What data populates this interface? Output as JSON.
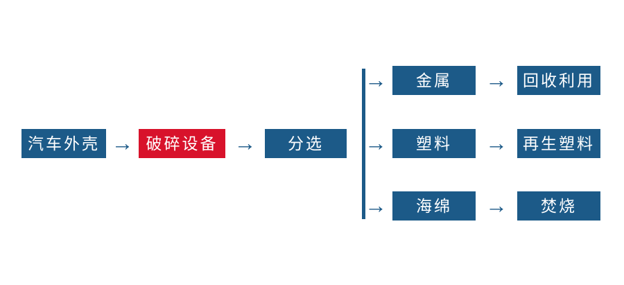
{
  "diagram": {
    "type": "flowchart",
    "arrow_glyph": "→",
    "colors": {
      "node_blue": "#1c5a88",
      "node_red": "#d8122b",
      "connector_blue": "#1c5a88",
      "label_text": "#ffffff",
      "background": "#ffffff"
    },
    "labels": {
      "car_shell": "汽车外壳",
      "crushing_equipment": "破碎设备",
      "sorting": "分选",
      "metal": "金属",
      "recycling": "回收利用",
      "plastic": "塑料",
      "recycled_plastic": "再生塑料",
      "sponge": "海绵",
      "incineration": "焚烧"
    },
    "flow": {
      "main_chain": [
        "汽车外壳",
        "破碎设备",
        "分选"
      ],
      "branches": [
        {
          "from": "分选",
          "material": "金属",
          "outcome": "回收利用"
        },
        {
          "from": "分选",
          "material": "塑料",
          "outcome": "再生塑料"
        },
        {
          "from": "分选",
          "material": "海绵",
          "outcome": "焚烧"
        }
      ]
    }
  }
}
